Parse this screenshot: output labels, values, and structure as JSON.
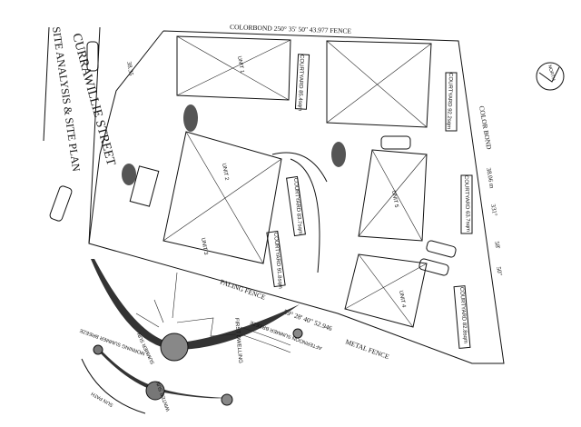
{
  "title": {
    "street": "CURRAWILLIE STREET",
    "plan": "SITE ANALYSIS & SITE PLAN"
  },
  "boundaries": {
    "north": "COLORBOND  250°  35'  50\"  43.977  FENCE",
    "east": "COLOR BOND",
    "east_length": "38.06 m",
    "east_bearing": [
      "331°",
      "58'",
      "50\""
    ],
    "south_paling": "PALING   FENCE",
    "south_bearing": "59°  28'  40\"  52.946",
    "south_metal": "METAL   FENCE",
    "west_length": "38.35"
  },
  "units": [
    "UNIT 1",
    "UNIT 2",
    "UNIT 3",
    "UNIT 4",
    "UNIT 5"
  ],
  "courtyards": [
    "COURTYARD 85.4sqm",
    "COURTYARD 92.2sqm",
    "COURTYARD 83.7sqm",
    "COURTYARD 91.8sqm",
    "COURTYARD 63.7sqm",
    "COURTYARD 82.8sqm"
  ],
  "site_analysis": {
    "neighbour": "FIRST DWELLING",
    "afternoon_breeze": "AFTERNOON SUMMER BREEZE",
    "morning_breeze": "MORNING SUMMER BREEZE",
    "summer_sun": "SUMMER SUN",
    "winter_sun": "WINTER SUN",
    "sun_path": "SUN PATH",
    "north": "NORTH"
  }
}
